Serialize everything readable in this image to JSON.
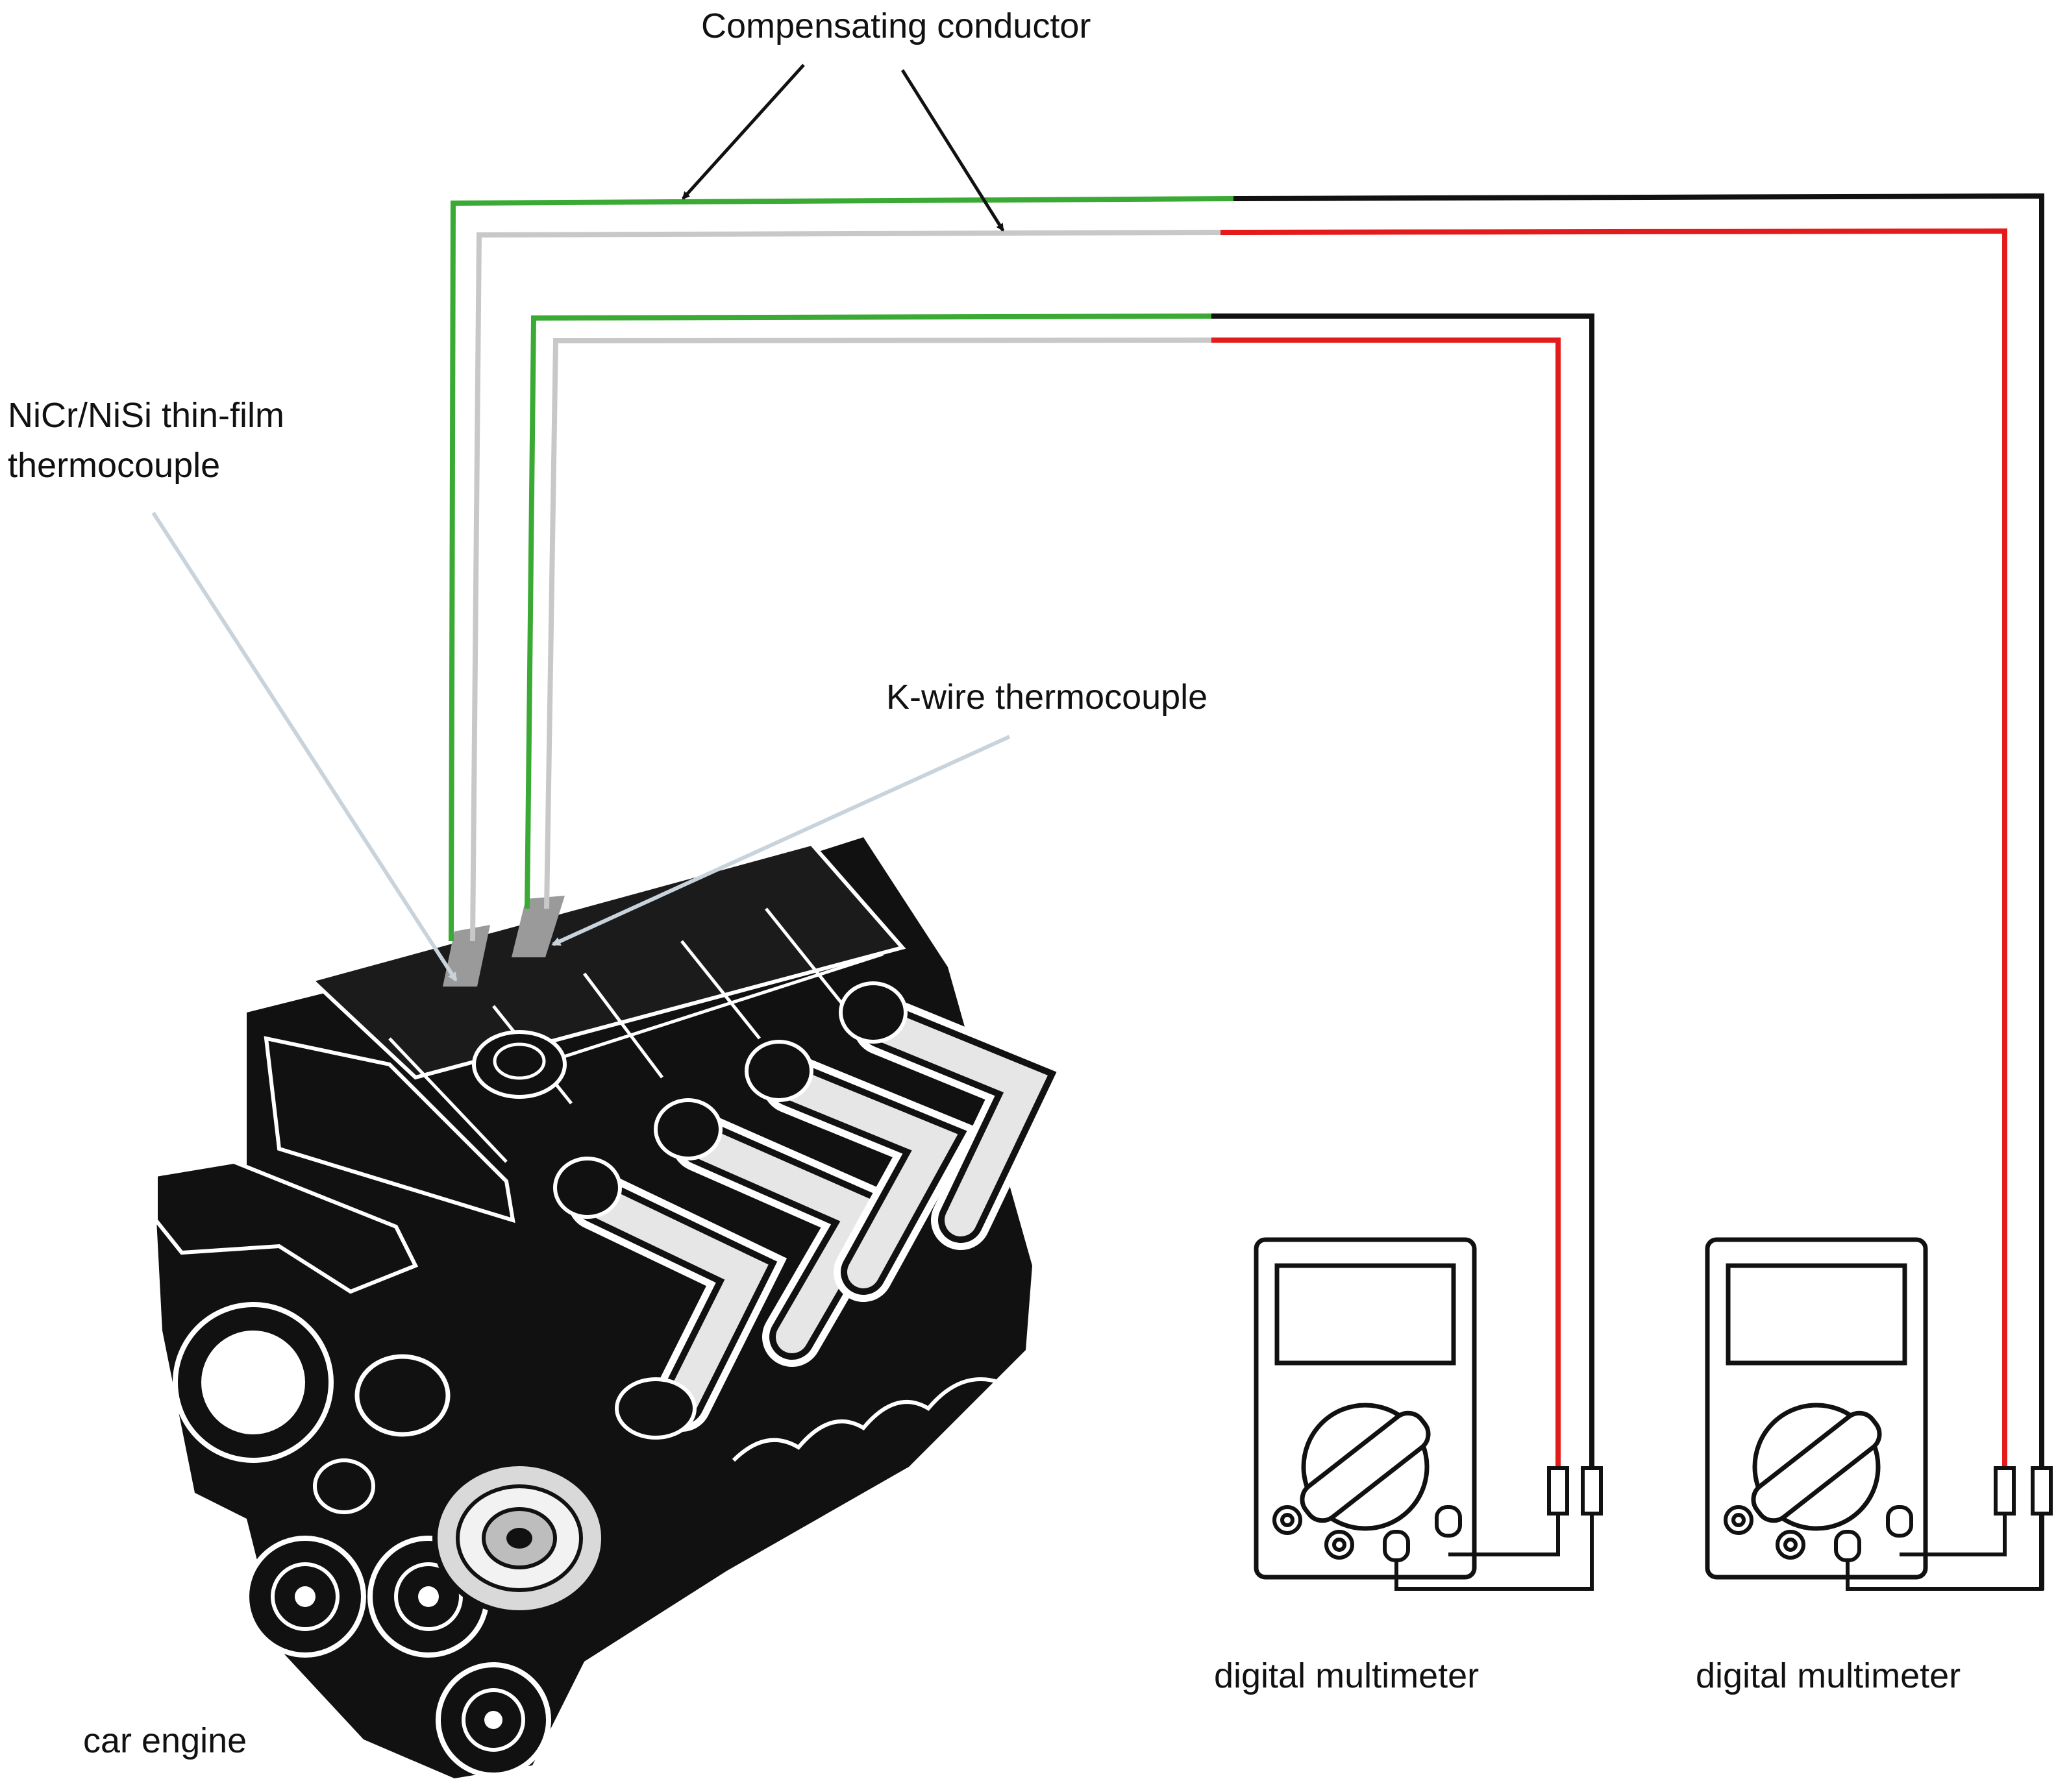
{
  "labels": {
    "compensating_conductor": "Compensating conductor",
    "thin_film_line1": "NiCr/NiSi thin-film",
    "thin_film_line2": "thermocouple",
    "k_wire": "K-wire thermocouple",
    "multimeter_left": "digital multimeter",
    "multimeter_right": "digital multimeter",
    "engine": "car engine"
  },
  "colors": {
    "green_wire": "#3aaa35",
    "gray_wire": "#c8c8c8",
    "red_wire": "#e41b1b",
    "black_wire": "#111111",
    "engine": "#111111",
    "pointer_arrow": "#c9d3dc",
    "sensor_pad": "#9a9a9a"
  }
}
